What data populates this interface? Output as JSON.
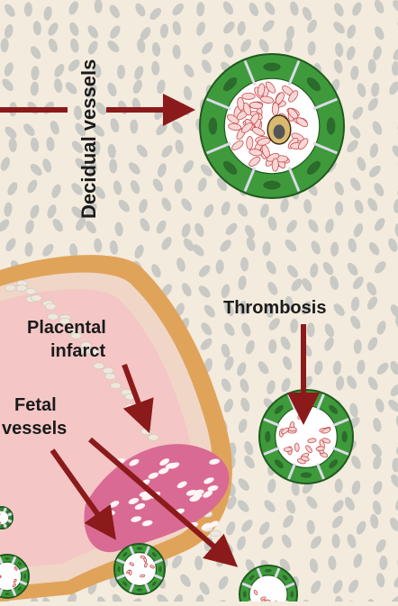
{
  "labels": {
    "decidual_vessels": "Decidual vessels",
    "thrombosis": "Thrombosis",
    "placental_infarct_line1": "Placental",
    "placental_infarct_line2": "infarct",
    "fetal_vessels_line1": "Fetal",
    "fetal_vessels_line2": "vessels"
  },
  "colors": {
    "background": "#f3ebdd",
    "stroma_cell": "#c9c9c5",
    "arrow": "#8b1a1a",
    "vessel_wall": "#3e9a3a",
    "vessel_wall_dark": "#1f5a1f",
    "rbc_fill": "#f7d6d6",
    "rbc_stroke": "#c84a4a",
    "placenta_outer": "#e0a35a",
    "placenta_inner": "#f5c6c6",
    "infarct": "#d96a93"
  }
}
